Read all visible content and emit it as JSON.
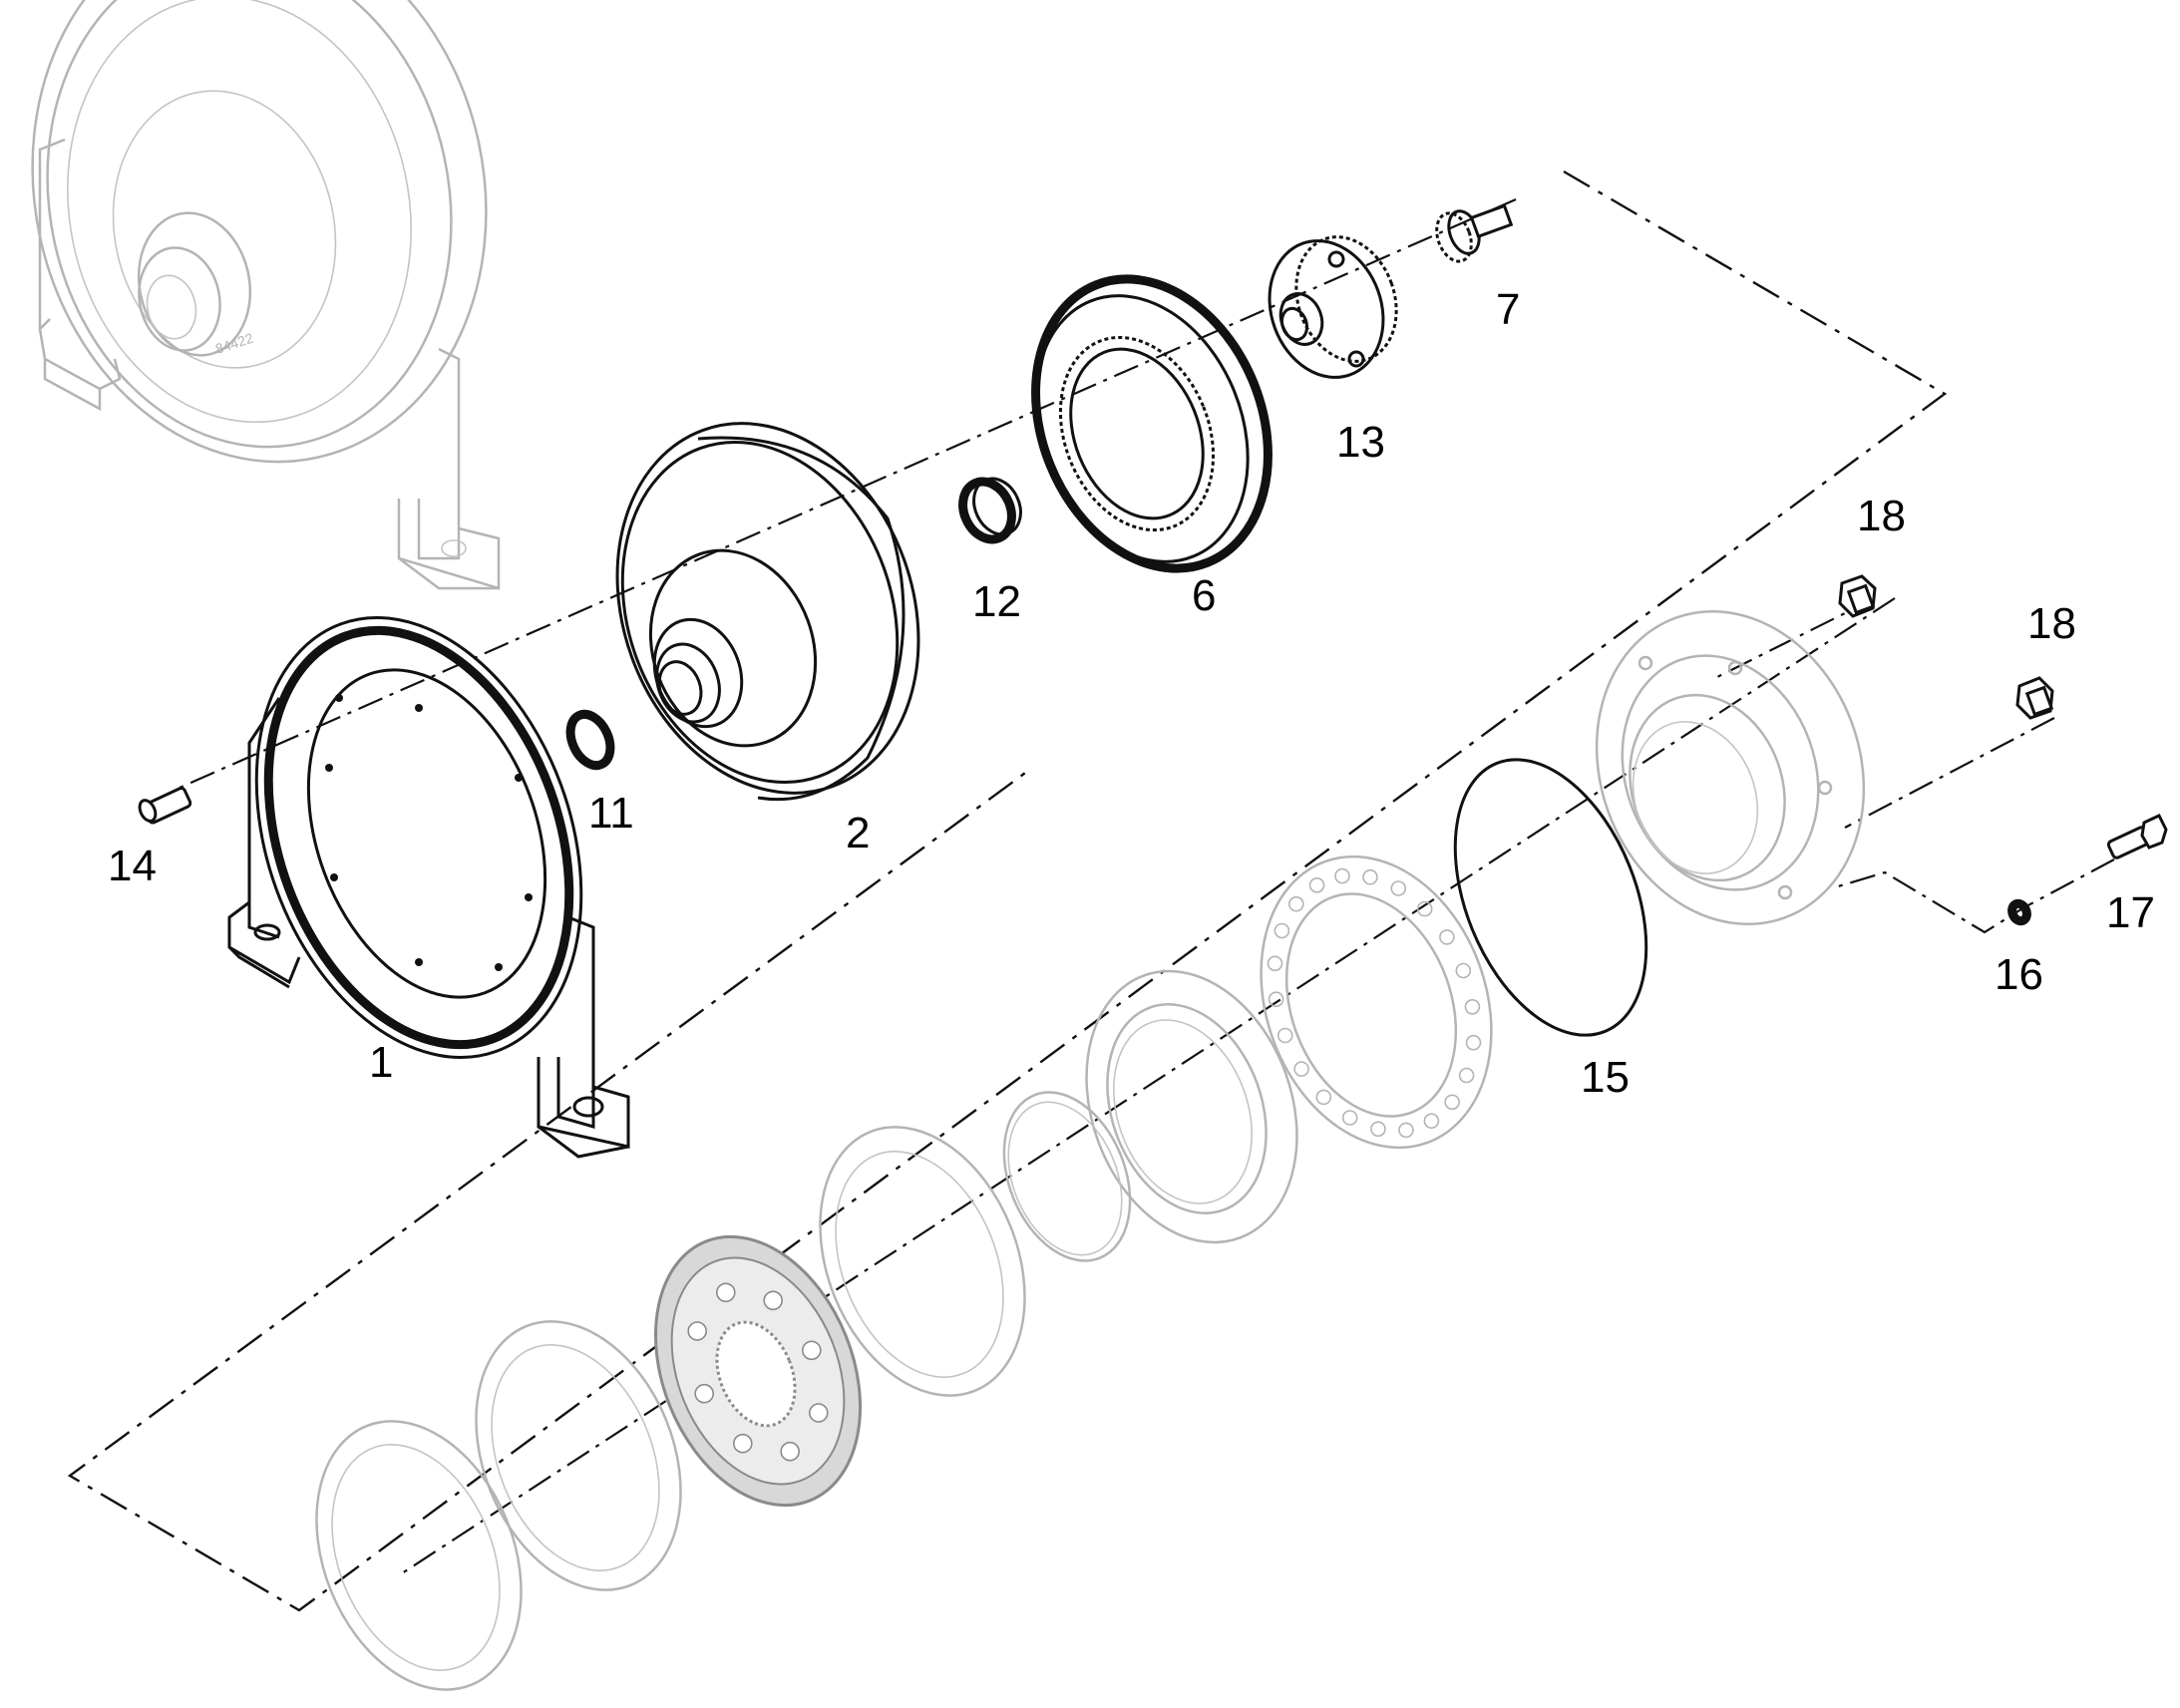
{
  "callouts": {
    "part_1": "1",
    "part_2": "2",
    "part_6": "6",
    "part_7": "7",
    "part_11": "11",
    "part_12": "12",
    "part_13": "13",
    "part_14": "14",
    "part_15": "15",
    "part_16": "16",
    "part_17": "17",
    "part_18_upper": "18",
    "part_18_lower": "18"
  },
  "housing_marking": "84422",
  "colors": {
    "active_parts": "#111111",
    "ghost_parts": "#b4b4b4",
    "friction_disc_texture": "#8a8a8a"
  }
}
